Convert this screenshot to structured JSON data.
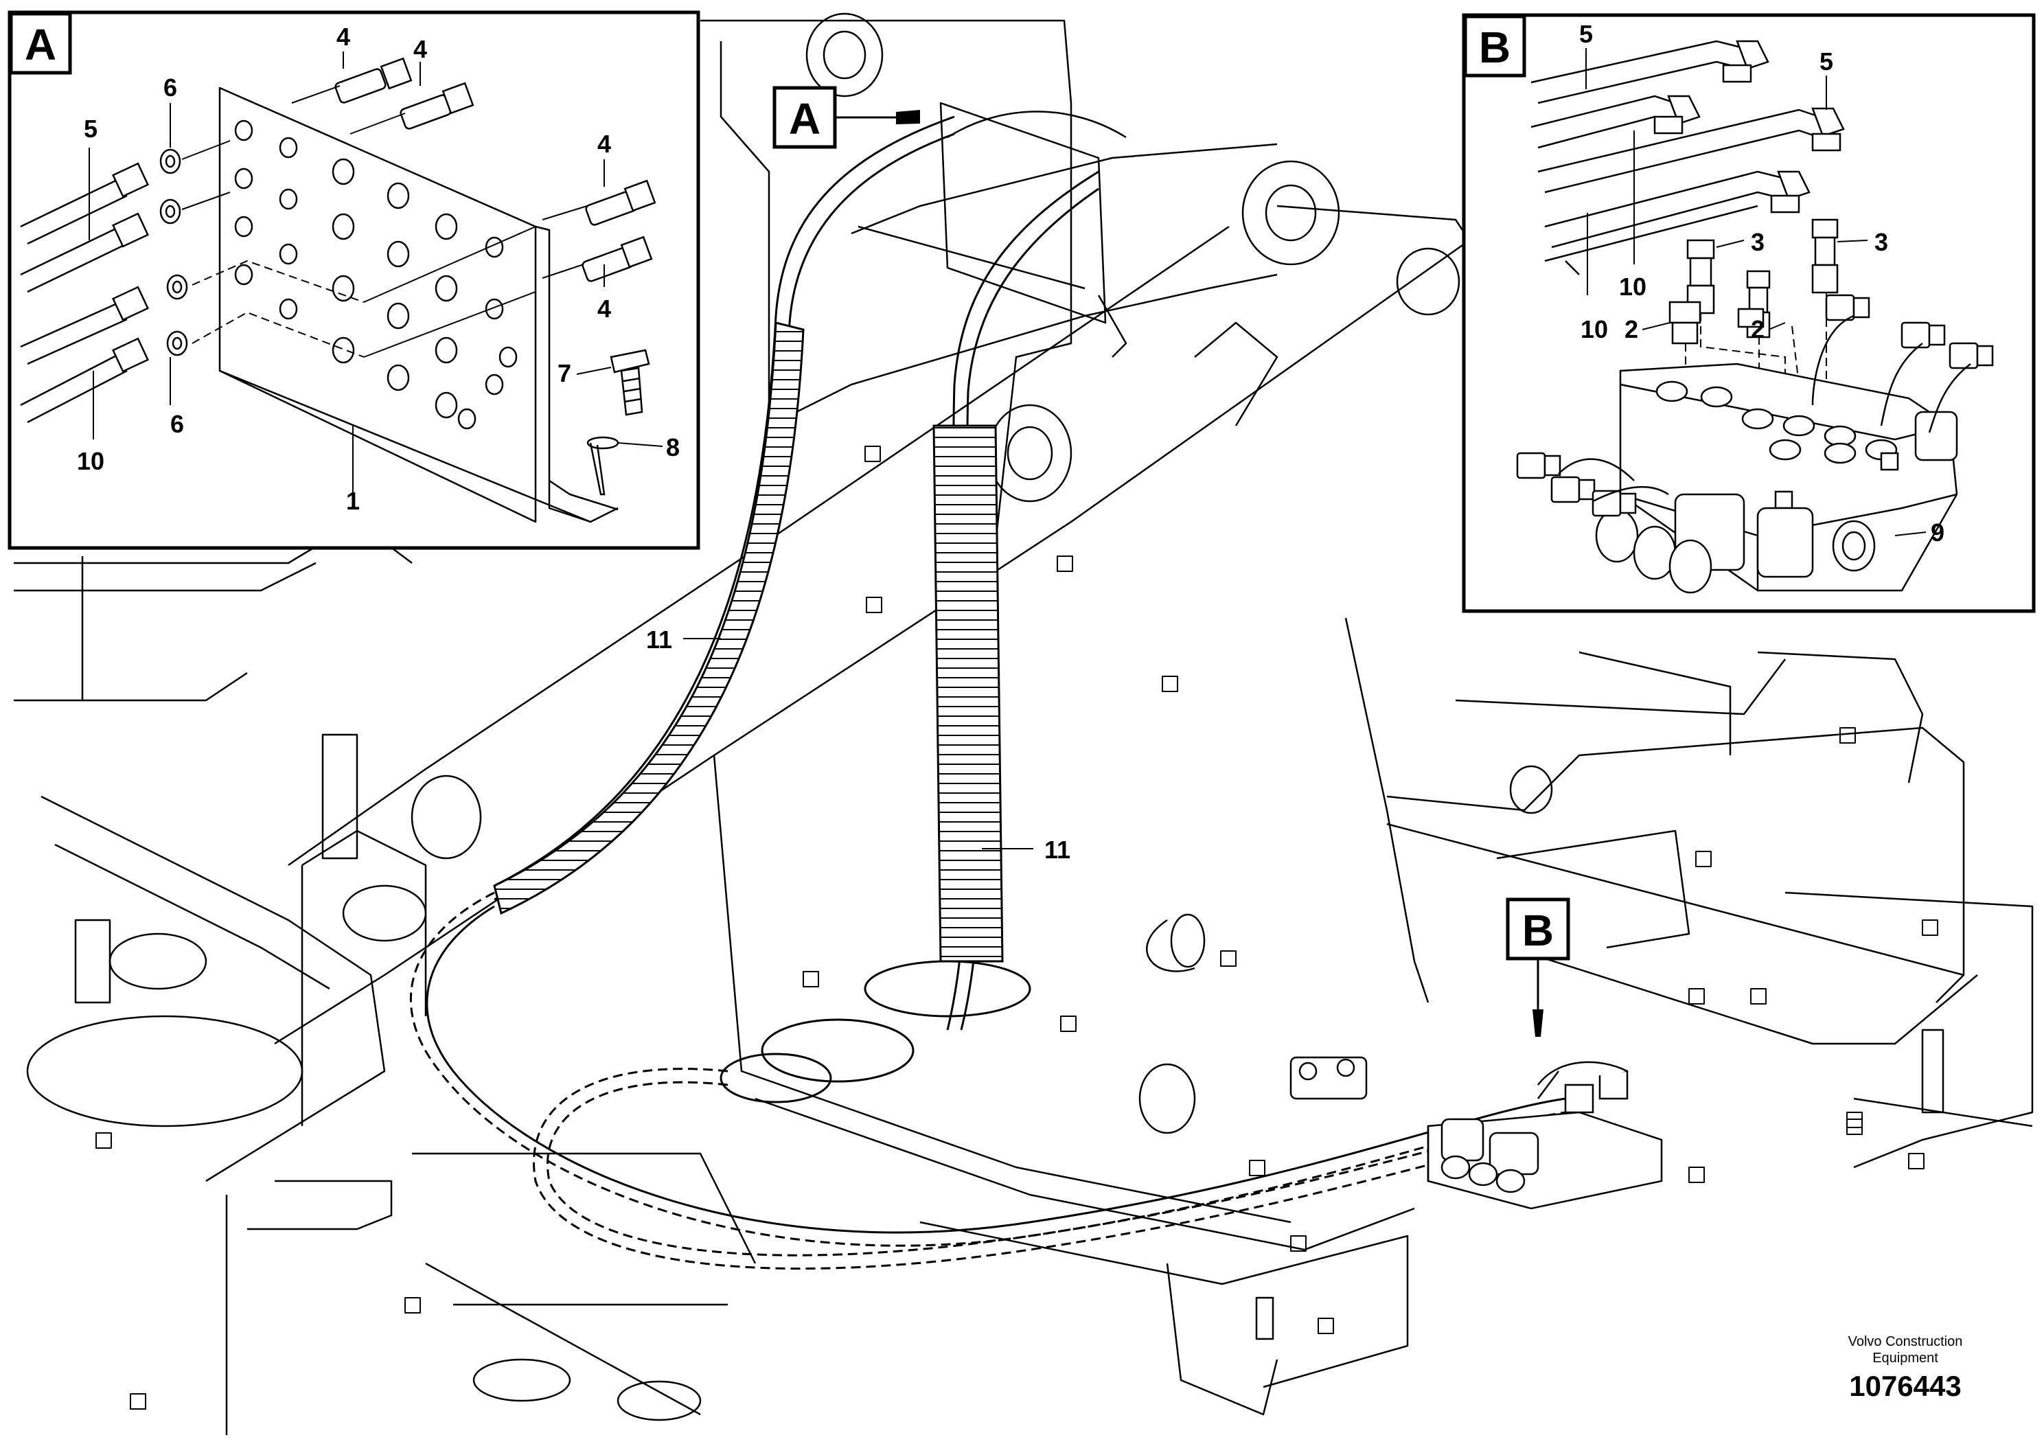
{
  "detail_a": {
    "letter": "A"
  },
  "detail_b": {
    "letter": "B"
  },
  "view_markers": {
    "a": "A",
    "b": "B"
  },
  "callouts": {
    "a_4_top_left": "4",
    "a_4_top_right": "4",
    "a_4_mid_upper": "4",
    "a_4_mid_lower": "4",
    "a_5": "5",
    "a_6_top": "6",
    "a_6_bottom": "6",
    "a_7": "7",
    "a_8": "8",
    "a_10": "10",
    "a_1": "1",
    "b_5_left": "5",
    "b_5_right": "5",
    "b_3_mid": "3",
    "b_3_right": "3",
    "b_10_upper": "10",
    "b_10_lower": "10",
    "b_2_left": "2",
    "b_2_right": "2",
    "b_9": "9",
    "main_11_left": "11",
    "main_11_right": "11"
  },
  "footer": {
    "company_line1": "Volvo Construction",
    "company_line2": "Equipment",
    "figure_number": "1076443"
  }
}
